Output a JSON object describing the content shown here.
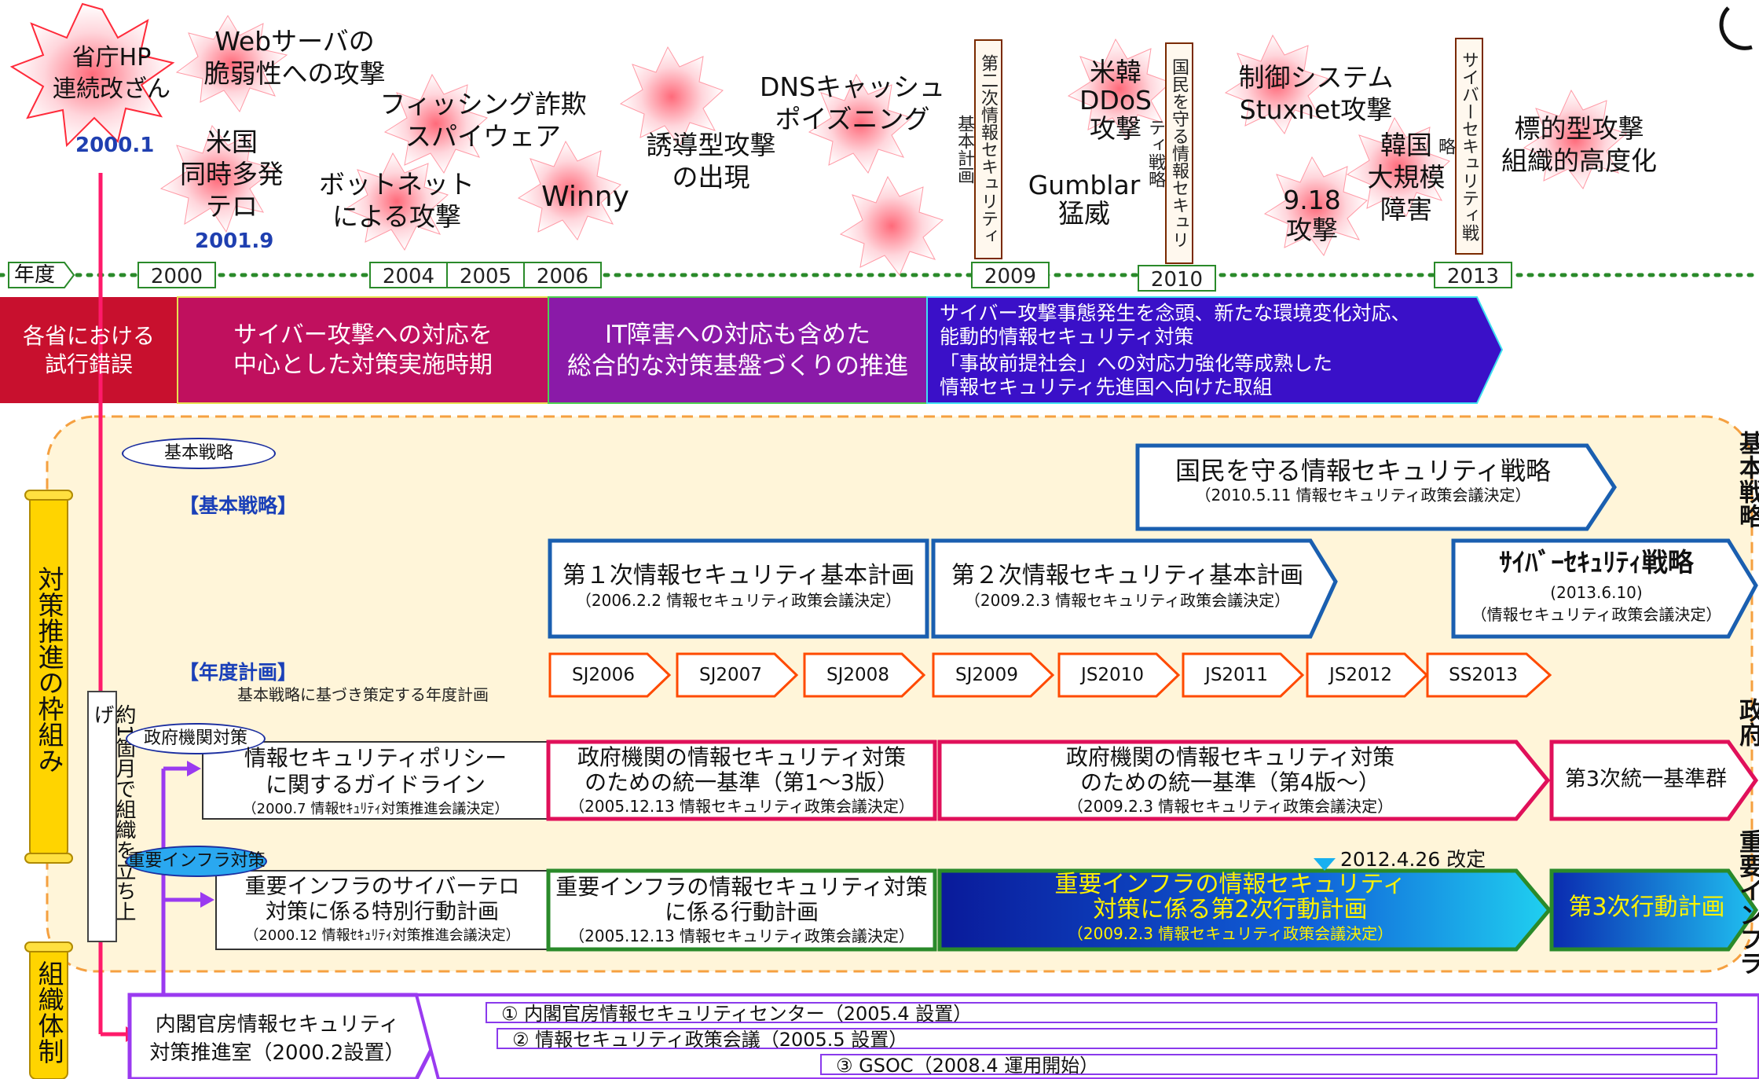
{
  "events": [
    {
      "id": "e1",
      "lines": [
        "省庁HP",
        "連続改ざん"
      ]
    },
    {
      "id": "e2",
      "lines": [
        "Webサーバの",
        "脆弱性への攻撃"
      ]
    },
    {
      "id": "e3",
      "lines": [
        "米国",
        "同時多発",
        "テロ"
      ]
    },
    {
      "id": "e4",
      "lines": [
        "フィッシング詐欺",
        "スパイウェア"
      ]
    },
    {
      "id": "e5",
      "lines": [
        "ボットネット",
        "による攻撃"
      ]
    },
    {
      "id": "e6",
      "lines": [
        "Winny"
      ]
    },
    {
      "id": "e7",
      "lines": [
        "誘導型攻撃",
        "の出現"
      ]
    },
    {
      "id": "e8",
      "lines": [
        "DNSキャッシュ",
        "ポイズニング"
      ]
    },
    {
      "id": "e9",
      "lines": [
        "米韓",
        "DDoS",
        "攻撃"
      ]
    },
    {
      "id": "e10",
      "lines": [
        "Gumblar",
        "猛威"
      ]
    },
    {
      "id": "e11",
      "lines": [
        "制御システム",
        "Stuxnet攻撃"
      ]
    },
    {
      "id": "e12",
      "lines": [
        "韓国",
        "大規模",
        "障害"
      ]
    },
    {
      "id": "e13",
      "lines": [
        "9.18",
        "攻撃"
      ]
    },
    {
      "id": "e14",
      "lines": [
        "標的型攻撃",
        "組織的高度化"
      ]
    }
  ],
  "event_dates": {
    "d2000": "2000.1",
    "d2001": "2001.9"
  },
  "vertical_banners": {
    "b2009": "第二次情報セキュリティ基本計画",
    "b2010": "国民を守る情報セキュリティ戦略",
    "b2013": "サイバーセキュリティ戦略"
  },
  "timeline": {
    "label": "年度",
    "years": [
      "2000",
      "2004",
      "2005",
      "2006",
      "2009",
      "2010",
      "2013"
    ]
  },
  "phases": [
    {
      "lines": [
        "各省における",
        "試行錯誤"
      ]
    },
    {
      "lines": [
        "サイバー攻撃への対応を",
        "中心とした対策実施時期"
      ]
    },
    {
      "lines": [
        "IT障害への対応も含めた",
        "総合的な対策基盤づくりの推進"
      ]
    },
    {
      "lines": [
        "サイバー攻撃事態発生を念頭、新たな環境変化対応、",
        "能動的情報セキュリティ対策",
        "「事故前提社会」への対応力強化等成熟した",
        "情報セキュリティ先進国へ向けた取組"
      ]
    }
  ],
  "framework": {
    "side_label": "対策推進の枠組み",
    "org_side_label": "組織体制",
    "vertical_note": "約1箇月で組織を立ち上げ",
    "oval_strategy": "基本戦略",
    "heading_strategy": "【基本戦略】",
    "heading_annual": "【年度計画】",
    "annual_note": "基本戦略に基づき策定する年度計画",
    "oval_gov": "政府機関対策",
    "oval_infra": "重要インフラ対策",
    "right_strategy": "基本戦略",
    "right_gov": "政府",
    "right_infra": "重要インフラ"
  },
  "strategy_boxes": [
    {
      "title": "国民を守る情報セキュリティ戦略",
      "sub": "（2010.5.11 情報セキュリティ政策会議決定）"
    },
    {
      "title": "第１次情報セキュリティ基本計画",
      "sub": "（2006.2.2 情報セキュリティ政策会議決定）"
    },
    {
      "title": "第２次情報セキュリティ基本計画",
      "sub": "（2009.2.3 情報セキュリティ政策会議決定）"
    },
    {
      "title": "ｻｲﾊﾞｰｾｷｭﾘﾃｨ戦略",
      "sub": "(2013.6.10)",
      "sub2": "（情報セキュリティ政策会議決定）"
    }
  ],
  "annual_plans": [
    "SJ2006",
    "SJ2007",
    "SJ2008",
    "SJ2009",
    "JS2010",
    "JS2011",
    "JS2012",
    "SS2013"
  ],
  "gov_boxes": [
    {
      "lines": [
        "情報セキュリティポリシー",
        "に関するガイドライン"
      ],
      "sub": "（2000.7 情報ｾｷｭﾘﾃｨ対策推進会議決定）"
    },
    {
      "lines": [
        "政府機関の情報セキュリティ対策",
        "のための統一基準（第1～3版）"
      ],
      "sub": "（2005.12.13 情報セキュリティ政策会議決定）"
    },
    {
      "lines": [
        "政府機関の情報セキュリティ対策",
        "のための統一基準（第4版～）"
      ],
      "sub": "（2009.2.3 情報セキュリティ政策会議決定）"
    },
    {
      "lines": [
        "第3次統一基準群"
      ]
    }
  ],
  "infra_boxes": [
    {
      "lines": [
        "重要インフラのサイバーテロ",
        "対策に係る特別行動計画"
      ],
      "sub": "（2000.12 情報ｾｷｭﾘﾃｨ対策推進会議決定）"
    },
    {
      "lines": [
        "重要インフラの情報セキュリティ対策",
        "に係る行動計画"
      ],
      "sub": "（2005.12.13 情報セキュリティ政策会議決定）"
    },
    {
      "lines": [
        "重要インフラの情報セキュリティ",
        "対策に係る第2次行動計画"
      ],
      "sub": "（2009.2.3 情報セキュリティ政策会議決定）"
    },
    {
      "lines": [
        "第3次行動計画"
      ]
    }
  ],
  "revision_note": "2012.4.26 改定",
  "org": {
    "office": [
      "内閣官房情報セキュリティ",
      "対策推進室（2000.2設置）"
    ],
    "rows": [
      "① 内閣官房情報セキュリティセンター（2005.4 設置）",
      "② 情報セキュリティ政策会議（2005.5 設置）",
      "③ GSOC（2008.4 運用開始）"
    ]
  },
  "colors": {
    "phase1": "#c8102e",
    "phase2": "#c0105e",
    "phase3": "#8a1aa8",
    "phase4": "#3a10c8",
    "blue_box": "#1a5fb0",
    "pink_box": "#e0105a",
    "orange_box": "#ff4a00",
    "green_box": "#2a8a2a",
    "purple": "#9a3af0",
    "timeline_green": "#2a8a2a"
  }
}
